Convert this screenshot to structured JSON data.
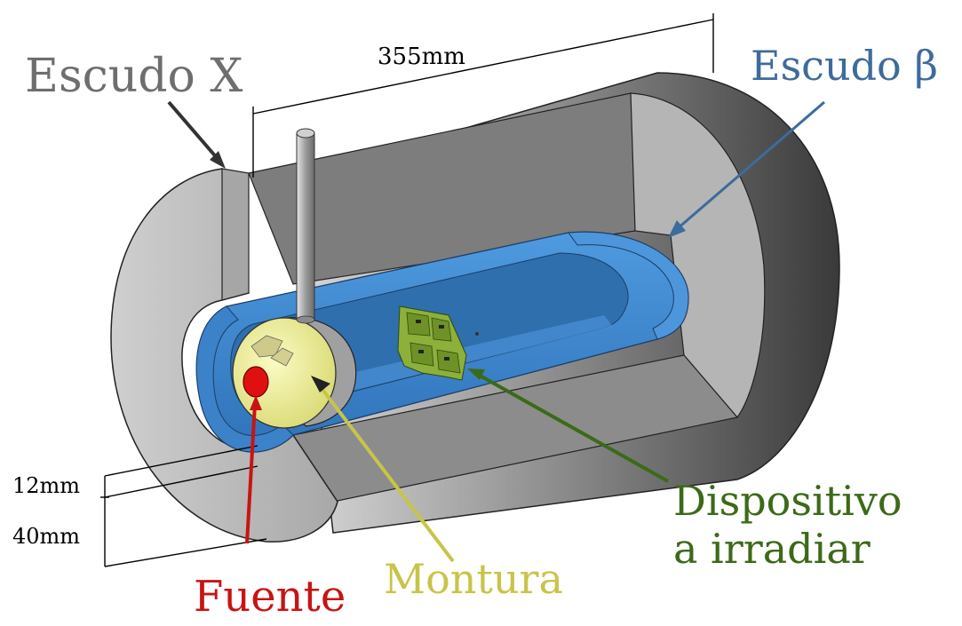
{
  "labels": {
    "shield_x": "Escudo X",
    "shield_beta": "Escudo β",
    "source": "Fuente",
    "mount": "Montura",
    "device_line1": "Dispositivo",
    "device_line2": "a irradiar"
  },
  "dimensions": {
    "length": "355mm",
    "thickness_inner": "12mm",
    "thickness_outer": "40mm"
  },
  "colors": {
    "shield_x_label": "#6e6e6e",
    "shield_beta_label": "#3d6b9b",
    "source_label": "#c81414",
    "mount_label": "#c8c448",
    "device_label": "#3c6a18",
    "beta_shield": "#3f86cc",
    "mount": "#eeee8a",
    "source": "#e01010",
    "device": "#8cb03a"
  }
}
